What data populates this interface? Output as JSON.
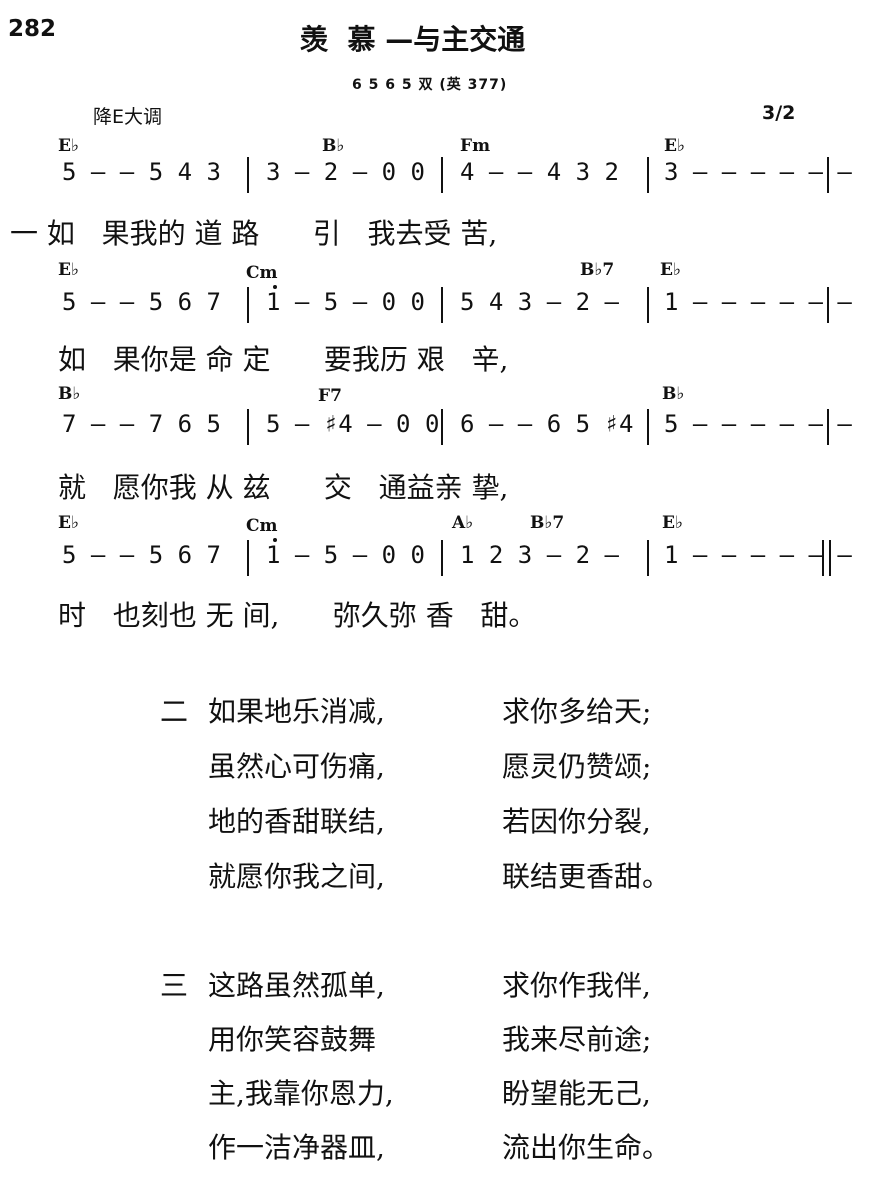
{
  "hymn_number": "282",
  "title": "羡  慕",
  "title_suffix": "—与主交通",
  "subtitle": "6 5 6 5 双 (英 377)",
  "key": "降E大调",
  "time_signature": "3/2",
  "score": {
    "rows": [
      {
        "chords": [
          {
            "label": "E♭"
          },
          {
            "label": "B♭"
          },
          {
            "label": "Fm"
          },
          {
            "label": "E♭"
          }
        ],
        "measures": [
          "5 — — 5  4  3",
          "3 — 2 — 0  0",
          "4 — — 4  3  2",
          "3 — — — — — —"
        ],
        "lyrics": "一 如   果我的 道 路      引   我去受 苦,"
      },
      {
        "chords": [
          {
            "label": "E♭"
          },
          {
            "label": "Cm"
          },
          {
            "label": "B♭7"
          },
          {
            "label": "E♭"
          }
        ],
        "measures": [
          "5 — — 5  6  7",
          "1 — 5 — 0  0",
          "5  4  3 — 2 —",
          "1 — — — — — —"
        ],
        "lyrics": "如   果你是 命 定      要我历 艰   辛,"
      },
      {
        "chords": [
          {
            "label": "B♭"
          },
          {
            "label": "F7"
          },
          {
            "label": "B♭"
          }
        ],
        "measures": [
          "7 — — 7  6  5",
          "5 — ♯4 — 0  0",
          "6 — — 6  5 ♯4",
          "5 — — — — — —"
        ],
        "lyrics": "就   愿你我 从 兹      交   通益亲 挚,"
      },
      {
        "chords": [
          {
            "label": "E♭"
          },
          {
            "label": "Cm"
          },
          {
            "label": "A♭"
          },
          {
            "label": "B♭7"
          },
          {
            "label": "E♭"
          }
        ],
        "measures": [
          "5 — — 5  6  7",
          "1 — 5 — 0  0",
          "1  2  3 — 2 —",
          "1 — — — — — —"
        ],
        "lyrics": "时   也刻也 无 间,      弥久弥 香   甜。"
      }
    ]
  },
  "verses": [
    {
      "number": "二",
      "lines": [
        [
          "如果地乐消减,",
          "求你多给天;"
        ],
        [
          "虽然心可伤痛,",
          "愿灵仍赞颂;"
        ],
        [
          "地的香甜联结,",
          "若因你分裂,"
        ],
        [
          "就愿你我之间,",
          "联结更香甜。"
        ]
      ]
    },
    {
      "number": "三",
      "lines": [
        [
          "这路虽然孤单,",
          "求你作我伴,"
        ],
        [
          "用你笑容鼓舞",
          "我来尽前途;"
        ],
        [
          "主,我靠你恩力,",
          "盼望能无己,"
        ],
        [
          "作一洁净器皿,",
          "流出你生命。"
        ]
      ]
    }
  ]
}
